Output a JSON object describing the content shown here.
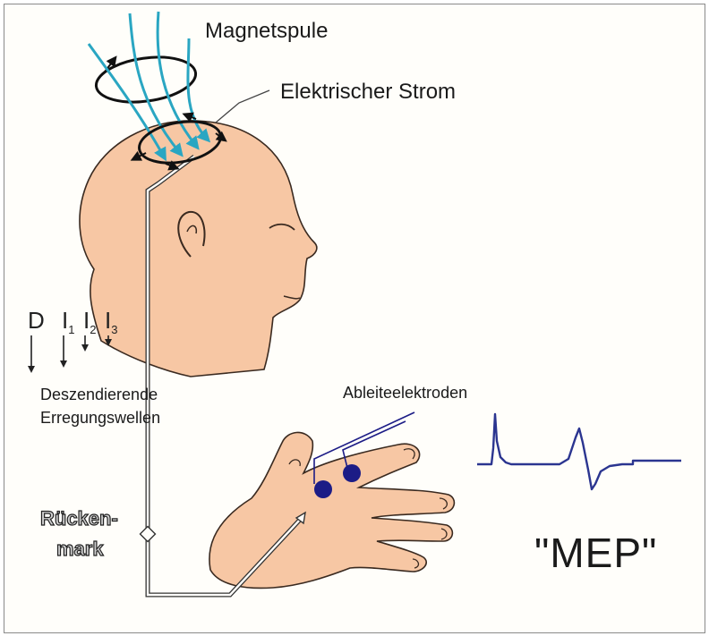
{
  "labels": {
    "magnetspule": "Magnetspule",
    "elektrischer_strom": "Elektrischer Strom",
    "ableiteelektroden": "Ableiteelektroden",
    "deszendierende_line1": "Deszendierende",
    "deszendierende_line2": "Erregungswellen",
    "rueckenmark_line1": "Rücken-",
    "rueckenmark_line2": "mark",
    "mep": "\"MEP\""
  },
  "waves": {
    "d": "D",
    "i1": "I",
    "i1_sub": "1",
    "i2": "I",
    "i2_sub": "2",
    "i3": "I",
    "i3_sub": "3"
  },
  "colors": {
    "skin": "#f7c7a4",
    "skin_outline": "#3a2a20",
    "field_lines": "#2aa6c2",
    "electrode": "#1c1c86",
    "trace": "#2b3590"
  }
}
